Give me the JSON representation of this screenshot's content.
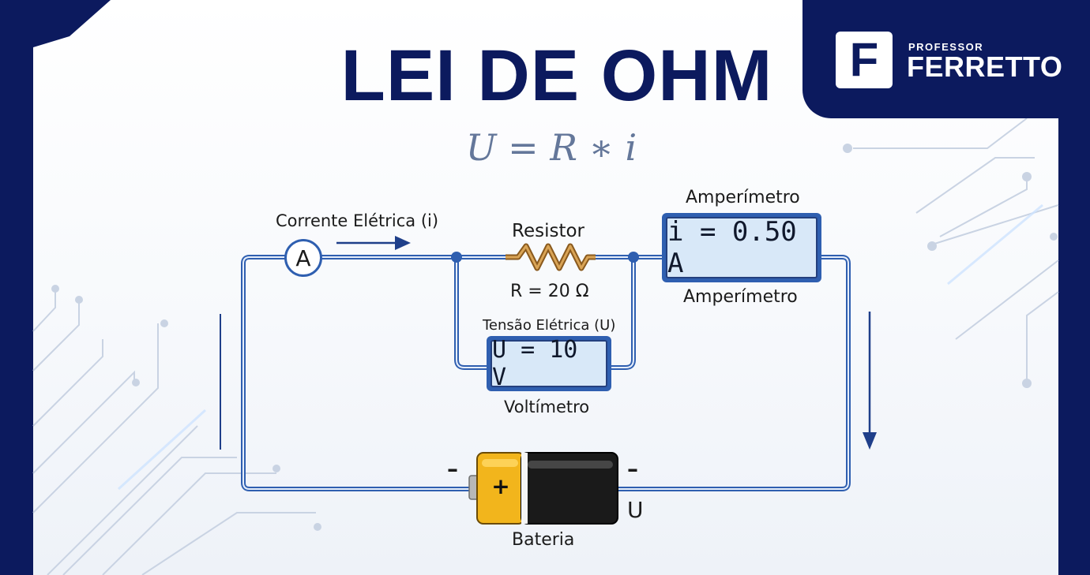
{
  "title": "LEI DE OHM",
  "formula": "U = R ∗ i",
  "brand": {
    "mark": "F",
    "small": "PROFESSOR",
    "name": "FERRETTO"
  },
  "circuit": {
    "current_label": "Corrente Elétrica (i)",
    "ammeter_symbol": "A",
    "resistor_label": "Resistor",
    "resistor_value": "R = 20 Ω",
    "voltage_label": "Tensão Elétrica (U)",
    "voltmeter_reading": "U = 10 V",
    "voltmeter_label": "Voltímetro",
    "ammeter_top_label": "Amperímetro",
    "ammeter_reading": "i = 0.50 A",
    "ammeter_bottom_label": "Amperímetro",
    "battery_label": "Bateria",
    "battery_plus": "+",
    "battery_minus_left": "–",
    "battery_minus_right": "–",
    "battery_u": "U"
  },
  "colors": {
    "navy": "#0c1a5e",
    "wire": "#2f5fb0",
    "resistor": "#c48a3a",
    "battery_yellow": "#f2b51c",
    "battery_black": "#1a1a1a",
    "meter_screen": "#d8e8f8"
  }
}
